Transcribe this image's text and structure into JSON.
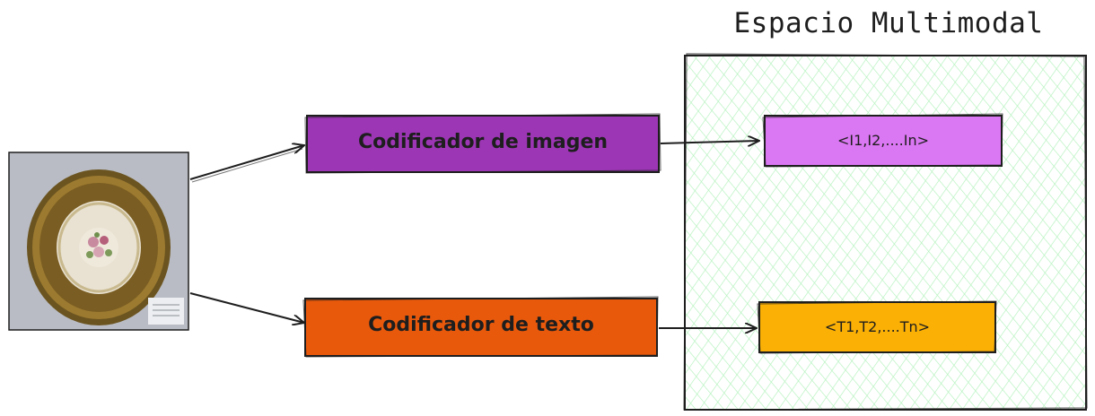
{
  "space": {
    "title": "Espacio Multimodal"
  },
  "encoders": {
    "image": {
      "label": "Codificador de imagen"
    },
    "text": {
      "label": "Codificador de texto"
    }
  },
  "embeddings": {
    "image": {
      "label": "<I1,I2,....In>"
    },
    "text": {
      "label": "<T1,T2,....Tn>"
    }
  },
  "colors": {
    "image_encoder": "#9c36b5",
    "text_encoder": "#e8590c",
    "image_embedding": "#da77f2",
    "text_embedding": "#fab005",
    "space_hatch": "#b2f2bb",
    "stroke": "#1e1e1e"
  }
}
